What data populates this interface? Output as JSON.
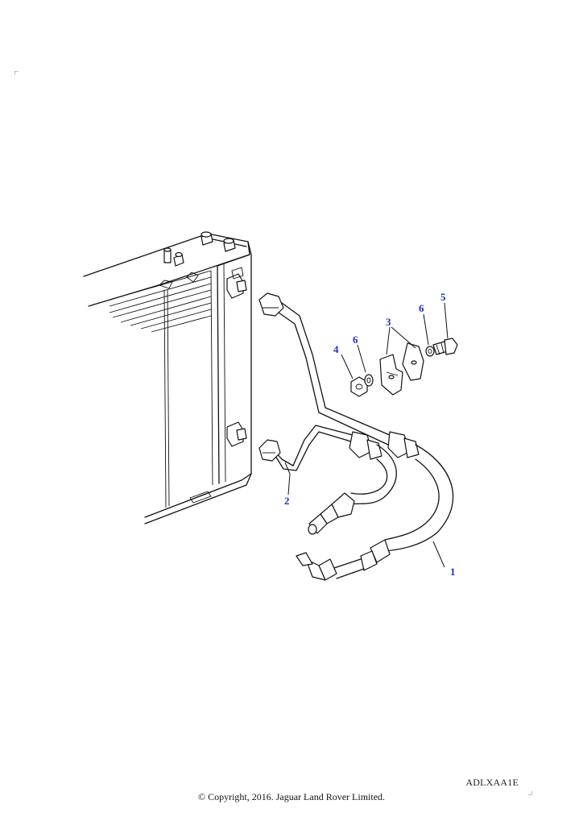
{
  "callouts": [
    {
      "id": "c1",
      "label": "1"
    },
    {
      "id": "c2",
      "label": "2"
    },
    {
      "id": "c3",
      "label": "3"
    },
    {
      "id": "c4",
      "label": "4"
    },
    {
      "id": "c5",
      "label": "5"
    },
    {
      "id": "c6a",
      "label": "6"
    },
    {
      "id": "c6b",
      "label": "6"
    }
  ],
  "reference_code": "ADLXAA1E",
  "copyright": "© Copyright, 2016. Jaguar Land Rover Limited.",
  "colors": {
    "callout": "#1a2fc8",
    "line": "#111111",
    "background": "#ffffff"
  }
}
